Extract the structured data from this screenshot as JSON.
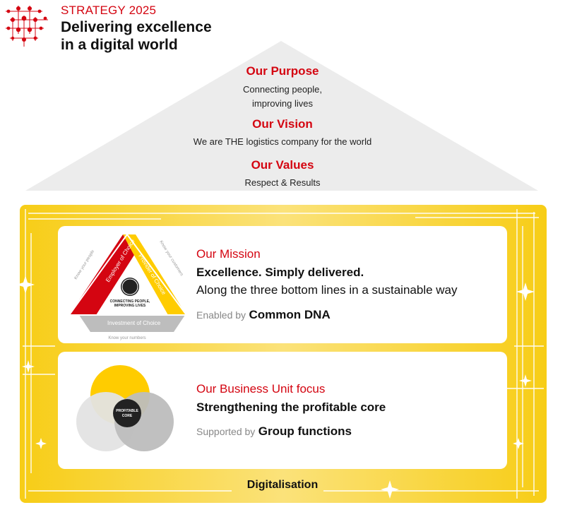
{
  "header": {
    "kicker": "STRATEGY 2025",
    "title_line1": "Delivering excellence",
    "title_line2": "in a digital world"
  },
  "roof": {
    "purpose_title": "Our Purpose",
    "purpose_line1": "Connecting people,",
    "purpose_line2": "improving lives",
    "vision_title": "Our Vision",
    "vision_text": "We are THE logistics company for the world",
    "values_title": "Our Values",
    "values_text": "Respect & Results"
  },
  "mission": {
    "title": "Our Mission",
    "headline": "Excellence. Simply delivered.",
    "subline": "Along the three bottom lines in a sustainable way",
    "enabled_prefix": "Enabled by",
    "enabled_bold": "Common DNA",
    "triangle": {
      "employer": "Employer of Choice",
      "provider": "Provider of Choice",
      "investment": "Investment of Choice",
      "center_line1": "CONNECTING PEOPLE,",
      "center_line2": "IMPROVING LIVES",
      "edge_left": "Know your people",
      "edge_right": "Know your customers",
      "edge_bottom": "Know your numbers"
    }
  },
  "business": {
    "title": "Our Business Unit focus",
    "headline": "Strengthening the profitable core",
    "supported_prefix": "Supported by",
    "supported_bold": "Group functions",
    "venn_center_line1": "PROFITABLE",
    "venn_center_line2": "CORE"
  },
  "footer": {
    "digitalisation": "Digitalisation"
  },
  "colors": {
    "red": "#d40511",
    "yellow": "#ffcc00",
    "gray": "#e8e8e8"
  }
}
